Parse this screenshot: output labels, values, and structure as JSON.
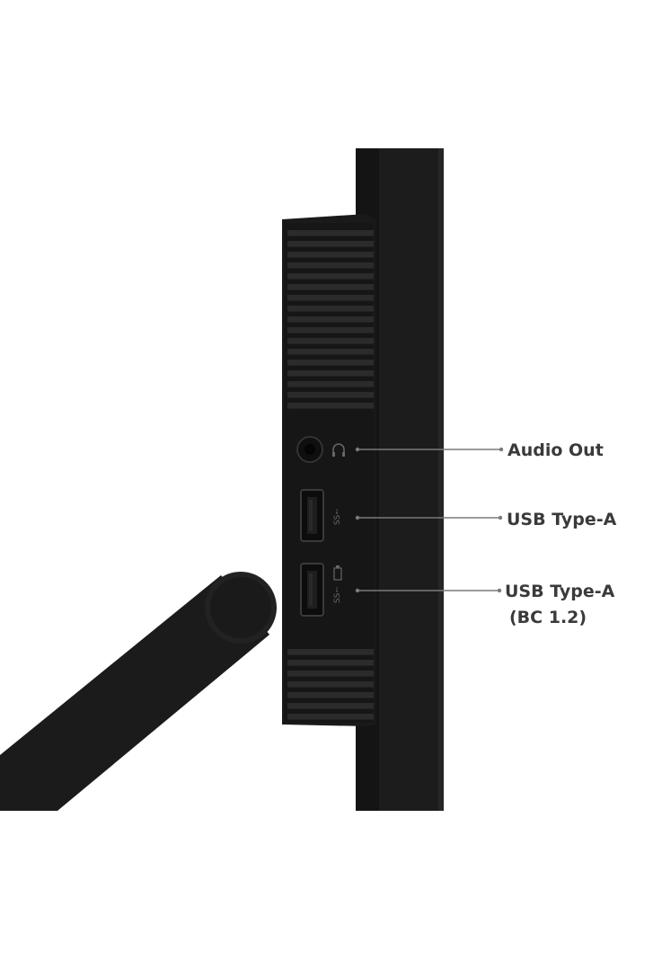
{
  "callouts": {
    "audio_out": "Audio Out",
    "usb_a": "USB Type-A",
    "usb_a_bc": "USB Type-A",
    "usb_a_bc_note": "(BC 1.2)"
  },
  "colors": {
    "body": "#1a1a1a",
    "panel_edge": "#202020",
    "leader_line": "#7a7a7a",
    "label_text": "#3a3a3a",
    "background": "#ffffff"
  },
  "icons": {
    "audio_port": "headphone-icon",
    "usb_port_1": "usb-superspeed-icon",
    "usb_port_2": "usb-charging-icon"
  }
}
